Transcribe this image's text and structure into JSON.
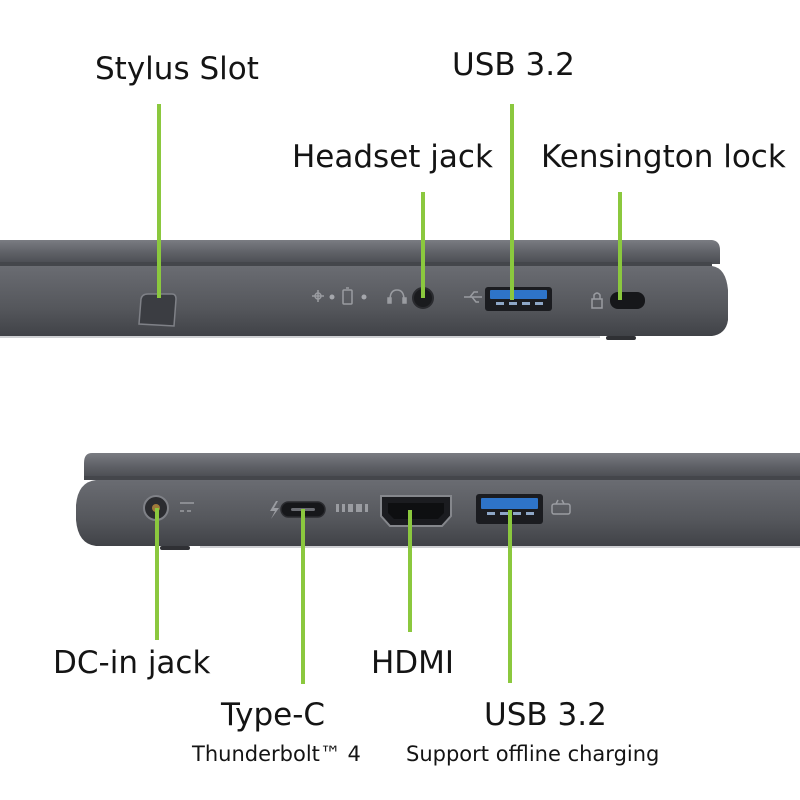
{
  "labels": {
    "stylus_slot": "Stylus Slot",
    "usb_top": "USB 3.2",
    "headset_jack": "Headset jack",
    "kensington_lock": "Kensington lock",
    "dc_in_jack": "DC-in jack",
    "hdmi": "HDMI",
    "type_c": "Type-C",
    "type_c_sub": "Thunderbolt™ 4",
    "usb_bottom": "USB 3.2",
    "usb_bottom_sub": "Support offline charging"
  },
  "colors": {
    "callout_line": "#8bc83e",
    "chassis": "#5b5d63",
    "chassis_light": "#74767c",
    "chassis_dark": "#3e4045",
    "usb_blue": "#2e74c9",
    "port_black": "#16171a"
  },
  "icons": [
    "power-icon",
    "battery-icon",
    "headset-icon",
    "usb-icon",
    "lock-icon",
    "dc-icon",
    "thunderbolt-icon",
    "hdmi-logo-icon",
    "usb-charge-icon"
  ]
}
